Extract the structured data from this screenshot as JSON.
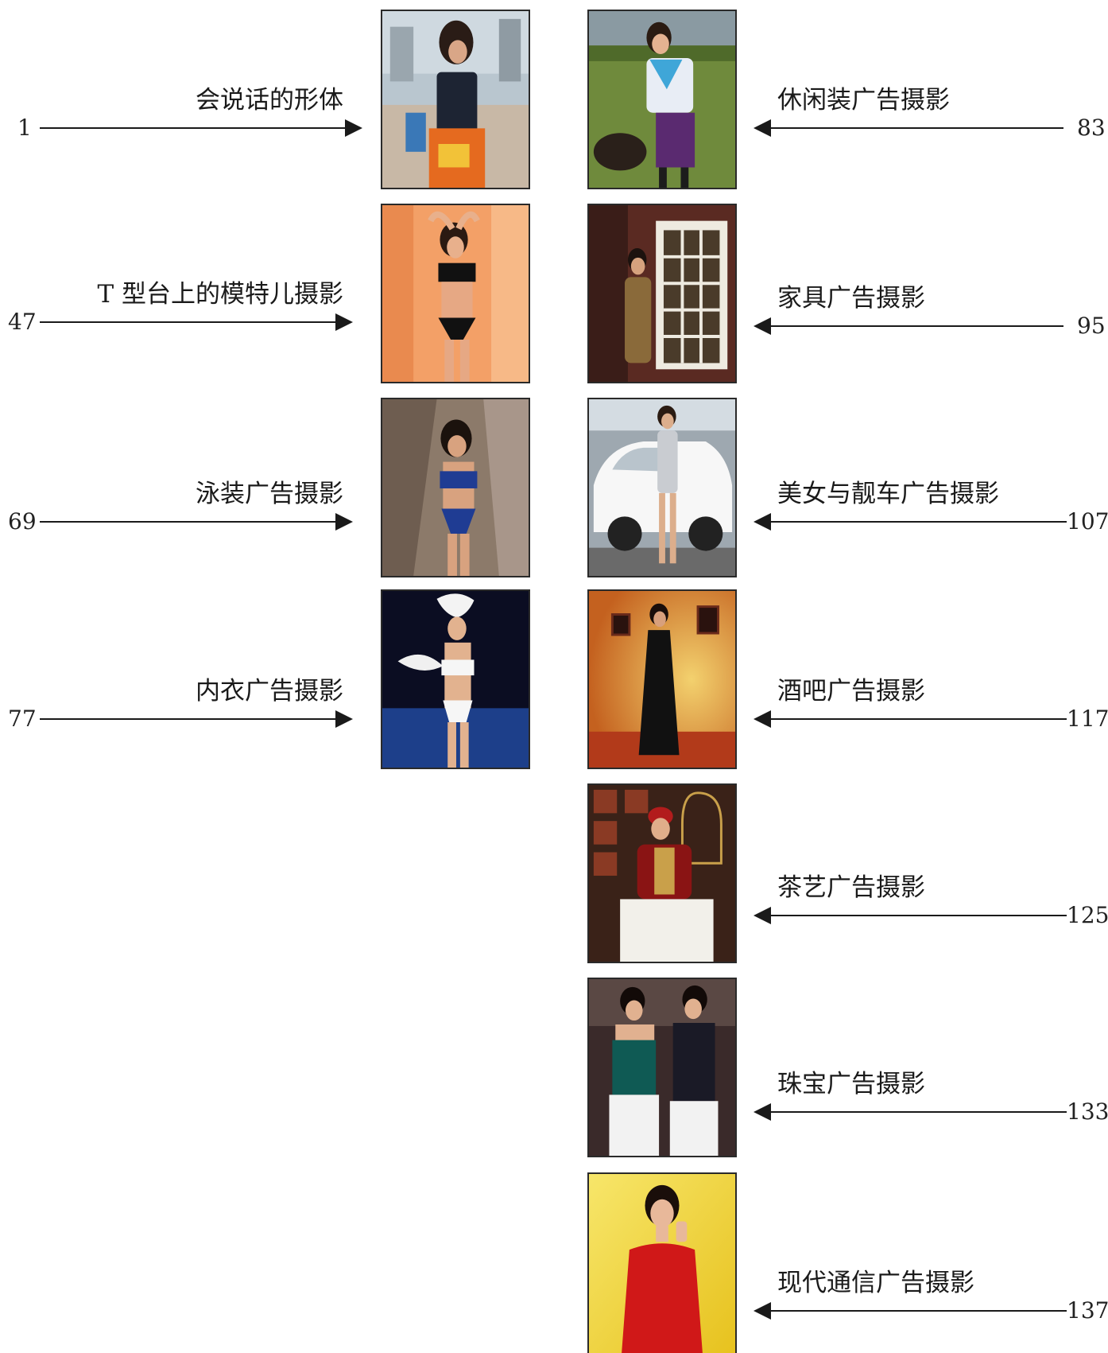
{
  "left_entries": [
    {
      "page": "1",
      "title": "会说话的形体",
      "photo": "model-city-street-photo"
    },
    {
      "page": "47",
      "title": "T 型台上的模特儿摄影",
      "photo": "model-runway-bikini-photo"
    },
    {
      "page": "69",
      "title": "泳装广告摄影",
      "photo": "swimsuit-rock-photo"
    },
    {
      "page": "77",
      "title": "内衣广告摄影",
      "photo": "lingerie-feather-photo"
    }
  ],
  "right_entries": [
    {
      "page": "83",
      "title": "休闲装广告摄影",
      "photo": "casual-wear-dog-photo"
    },
    {
      "page": "95",
      "title": "家具广告摄影",
      "photo": "furniture-door-photo"
    },
    {
      "page": "107",
      "title": "美女与靓车广告摄影",
      "photo": "car-model-photo"
    },
    {
      "page": "117",
      "title": "酒吧广告摄影",
      "photo": "bar-model-photo"
    },
    {
      "page": "125",
      "title": "茶艺广告摄影",
      "photo": "tea-art-birdcage-photo"
    },
    {
      "page": "133",
      "title": "珠宝广告摄影",
      "photo": "jewelry-two-women-photo"
    },
    {
      "page": "137",
      "title": "现代通信广告摄影",
      "photo": "phone-model-photo"
    }
  ],
  "colors": {
    "ink": "#1a1a1a",
    "background": "#ffffff"
  }
}
